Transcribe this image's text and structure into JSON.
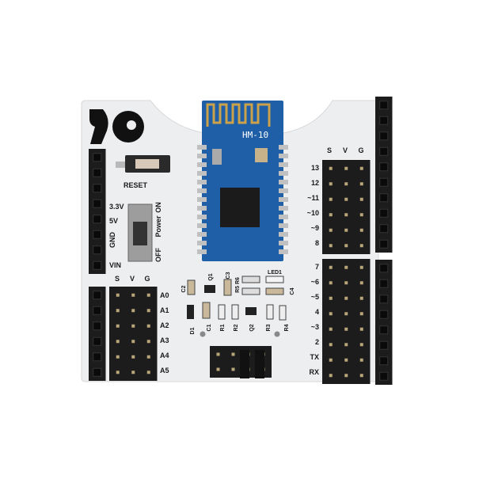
{
  "board": {
    "module_name": "HM-10",
    "logo_text": "io",
    "reset_label": "RESET",
    "power": {
      "on": "ON",
      "label": "Power",
      "off": "OFF"
    },
    "power_pins": [
      "3.3V",
      "5V",
      "GND",
      "VIN"
    ],
    "analog_header": {
      "columns": [
        "S",
        "V",
        "G"
      ],
      "rows": [
        "A0",
        "A1",
        "A2",
        "A3",
        "A4",
        "A5"
      ]
    },
    "digital_header": {
      "columns": [
        "S",
        "V",
        "G"
      ],
      "rows": [
        "13",
        "12",
        "~11",
        "~10",
        "~9",
        "8",
        "7",
        "~6",
        "~5",
        "4",
        "~3",
        "2",
        "TX",
        "RX"
      ]
    },
    "components": {
      "c2": "C2",
      "q1": "Q1",
      "c3": "C3",
      "r5r6": "R5 R6",
      "led1": "LED1",
      "c4": "C4",
      "d1": "D1",
      "c1": "C1",
      "r1": "R1",
      "r2": "R2",
      "q2": "Q2",
      "r3": "R3",
      "r4": "R4"
    }
  },
  "colors": {
    "pcb": "#eceef0",
    "module": "#1f5fa8",
    "header": "#1c1c1c",
    "antenna": "#c9a24a"
  }
}
